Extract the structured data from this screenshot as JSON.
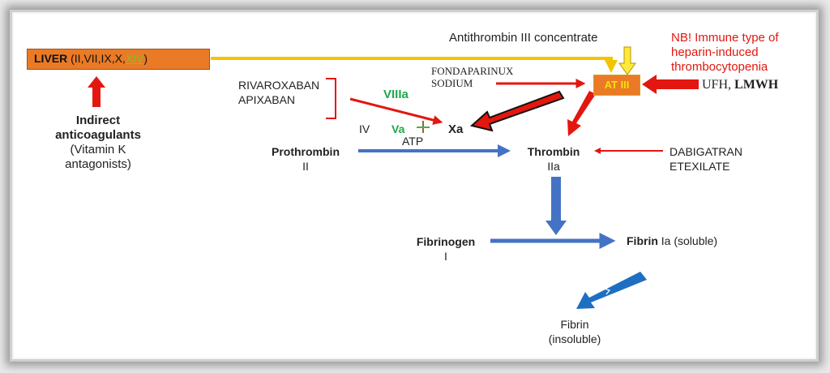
{
  "liver": {
    "label": "LIVER",
    "factors_open": " (II,VII,IX,X,",
    "factor_xiv": "XIV",
    "factors_close": ")"
  },
  "indirect": {
    "line1": "Indirect",
    "line2": "anticoagulants",
    "line3": "(Vitamin K",
    "line4": "antagonists)"
  },
  "antithrombin_concentrate": "Antithrombin III concentrate",
  "at3": "AT III",
  "nb": {
    "line1": "NB! Immune type of",
    "line2": "heparin-induced",
    "line3": "thrombocytopenia"
  },
  "ufh": "UFH, ",
  "lmwh": "LMWH",
  "fondaparinux": {
    "line1": "FONDAPARINUX",
    "line2": "SODIUM"
  },
  "xa_inhibitors": {
    "line1": "RIVAROXABAN",
    "line2": "APIXABAN"
  },
  "factors": {
    "viiia": "VIIIa",
    "iv": "IV",
    "va": "Va",
    "xa": "Xa",
    "atp": "ATP"
  },
  "prothrombin": {
    "name": "Prothrombin",
    "num": "II"
  },
  "thrombin": {
    "name": "Thrombin",
    "num": "IIa"
  },
  "dabigatran": {
    "line1": "DABIGATRAN",
    "line2": "ETEXILATE"
  },
  "fibrinogen": {
    "name": "Fibrinogen",
    "num": "I"
  },
  "fibrin_soluble": {
    "name": "Fibrin",
    "rest": " Ia (soluble)"
  },
  "fibrin_insoluble": {
    "line1": "Fibrin",
    "line2": "(insoluble)"
  },
  "colors": {
    "red": "#e3170f",
    "blue": "#4472c4",
    "yellow": "#f4c400",
    "orange": "#ea7a26",
    "green": "#1ea84a"
  }
}
